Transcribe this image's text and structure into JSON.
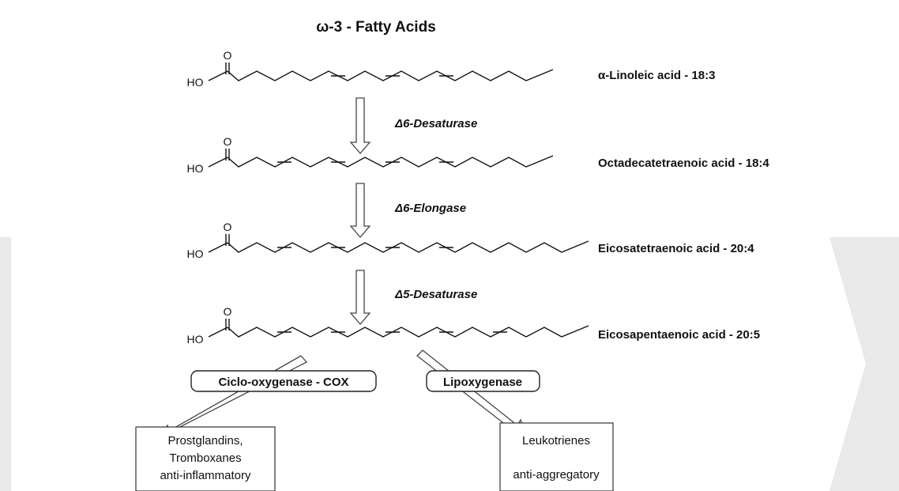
{
  "title": "ω-3 - Fatty Acids",
  "molecules": [
    {
      "name": "α-Linoleic acid - 18:3",
      "atom_o": "O",
      "atom_ho": "HO"
    },
    {
      "name": "Octadecatetraenoic acid - 18:4",
      "atom_o": "O",
      "atom_ho": "HO"
    },
    {
      "name": "Eicosatetraenoic acid - 20:4",
      "atom_o": "O",
      "atom_ho": "HO"
    },
    {
      "name": "Eicosapentaenoic acid - 20:5",
      "atom_o": "O",
      "atom_ho": "HO"
    }
  ],
  "enzymes": [
    "Δ6-Desaturase",
    "Δ6-Elongase",
    "Δ5-Desaturase"
  ],
  "branches": {
    "cox": "Ciclo-oxygenase - COX",
    "lox": "Lipoxygenase"
  },
  "products": {
    "left": [
      "Prostglandins,",
      "Tromboxanes",
      "anti-inflammatory"
    ],
    "right": [
      "Leukotrienes",
      "anti-aggregatory"
    ]
  }
}
